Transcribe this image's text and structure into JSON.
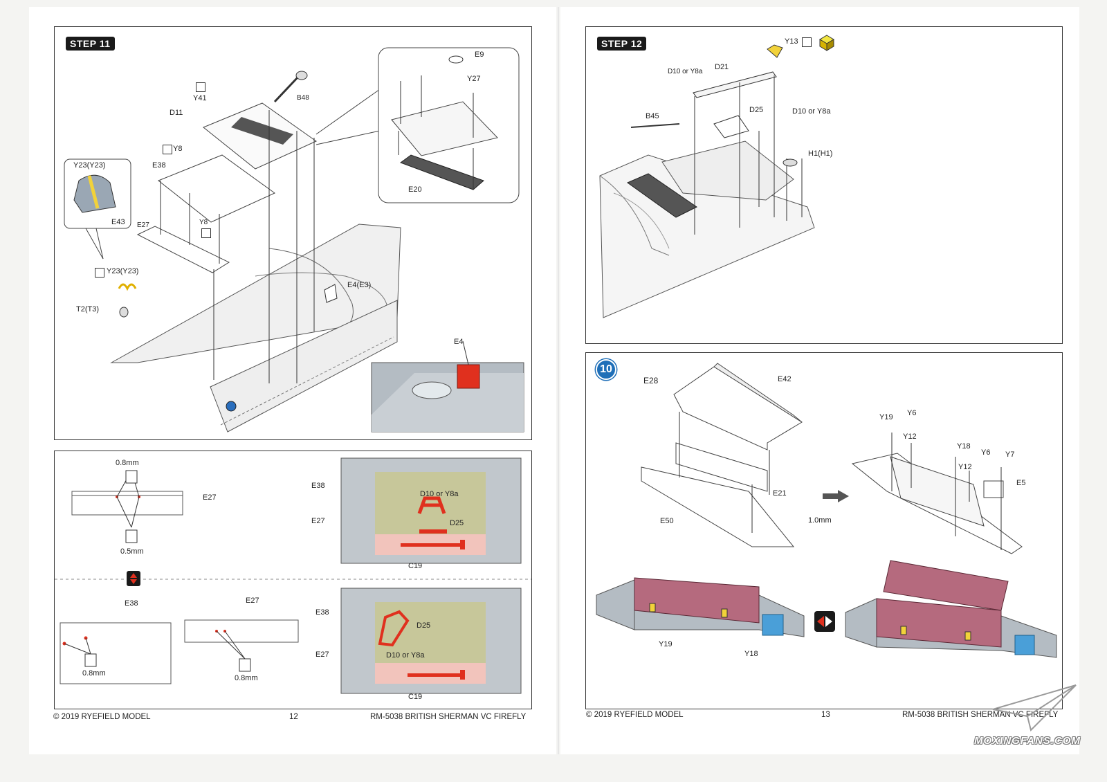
{
  "step11": {
    "badge": "STEP 11",
    "labels": {
      "e9": "E9",
      "y27": "Y27",
      "b48": "B48",
      "y41": "Y41",
      "d11": "D11",
      "y8_top": "Y8",
      "e38": "E38",
      "y23_top": "Y23(Y23)",
      "e43": "E43",
      "e27": "E27",
      "y8_mid": "Y8",
      "y23_bottom": "Y23(Y23)",
      "t2": "T2(T3)",
      "e4e3": "E4(E3)",
      "e20": "E20",
      "e4": "E4"
    }
  },
  "step11_detail": {
    "top": {
      "dim_top": "0.8mm",
      "e27": "E27",
      "dim_bottom": "0.5mm",
      "e38_r": "E38",
      "e27_r": "E27",
      "d10_y8a": "D10 or Y8a",
      "d25": "D25",
      "c19": "C19"
    },
    "bottom": {
      "e38": "E38",
      "dim_left": "0.8mm",
      "e27": "E27",
      "dim_mid": "0.8mm",
      "e38_r": "E38",
      "e27_r": "E27",
      "d25": "D25",
      "d10_y8a": "D10 or Y8a",
      "c19": "C19"
    }
  },
  "step12": {
    "badge": "STEP 12",
    "labels": {
      "y13": "Y13",
      "d10_y8a_left": "D10 or Y8a",
      "d21": "D21",
      "d25": "D25",
      "d10_y8a_right": "D10 or Y8a",
      "b45": "B45",
      "h1": "H1(H1)"
    }
  },
  "step12_sub": {
    "number": "10",
    "labels": {
      "e28": "E28",
      "e42": "E42",
      "e21": "E21",
      "e50": "E50",
      "dim": "1.0mm",
      "y19": "Y19",
      "y6_a": "Y6",
      "y12_a": "Y12",
      "y18": "Y18",
      "y6_b": "Y6",
      "y7": "Y7",
      "y12_b": "Y12",
      "e5": "E5",
      "y19_bottom": "Y19",
      "y18_bottom": "Y18"
    }
  },
  "footer": {
    "left_copyright": "© 2019 RYEFIELD MODEL",
    "left_page": "12",
    "left_title": "RM-5038 BRITISH SHERMAN VC FIREFLY",
    "right_copyright": "© 2019 RYEFIELD MODEL",
    "right_page": "13",
    "right_title": "RM-5038 BRITISH SHERMAN VC FIREFLY"
  },
  "watermark": "MOXINGFANS.COM",
  "colors": {
    "step_badge": "#1a1a1a",
    "circle_badge": "#1f6fb8",
    "highlight_red": "#e0301e",
    "pe_yellow": "#f2d23a",
    "olive_panel": "#c7c79a",
    "pink_panel": "#f2c4bc",
    "box_maroon": "#b56a7e",
    "box_blue": "#4a9fd8"
  }
}
